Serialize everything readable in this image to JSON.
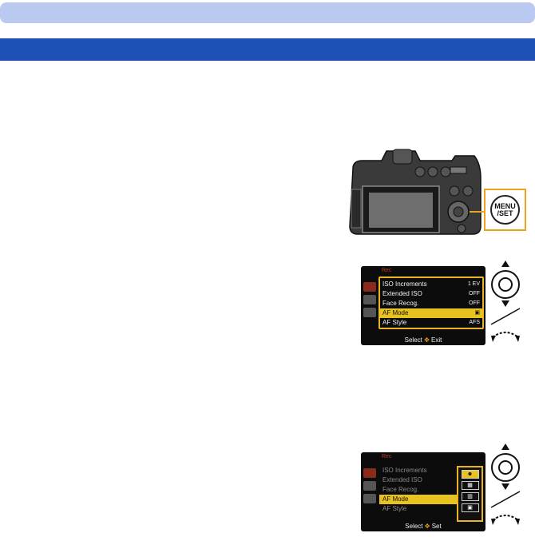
{
  "screen1": {
    "header": "Rec",
    "rows": [
      {
        "label": "ISO Increments",
        "value": "1 EV",
        "state": "normal"
      },
      {
        "label": "Extended ISO",
        "value": "OFF",
        "state": "normal"
      },
      {
        "label": "Face Recog.",
        "value": "OFF",
        "state": "normal"
      },
      {
        "label": "AF Mode",
        "value": "▣",
        "state": "highlight"
      },
      {
        "label": "AF Style",
        "value": "AFS",
        "state": "normal"
      }
    ],
    "footer_select": "Select",
    "footer_action": "Exit"
  },
  "screen2": {
    "header": "Rec",
    "rows": [
      {
        "label": "ISO Increments",
        "value": "",
        "state": "dim"
      },
      {
        "label": "Extended ISO",
        "value": "",
        "state": "dim"
      },
      {
        "label": "Face Recog.",
        "value": "",
        "state": "dim"
      },
      {
        "label": "AF Mode",
        "value": "",
        "state": "highlight"
      },
      {
        "label": "AF Style",
        "value": "",
        "state": "dim"
      }
    ],
    "options": [
      "☻",
      "▦",
      "▥",
      "▣"
    ],
    "footer_select": "Select",
    "footer_action": "Set"
  },
  "menu_button": {
    "line1": "MENU",
    "line2": "/SET"
  },
  "colors": {
    "top_bar": "#b9c9ef",
    "section_bar": "#1d51b5",
    "highlight": "#e8c21f",
    "callout": "#f0a21e"
  }
}
